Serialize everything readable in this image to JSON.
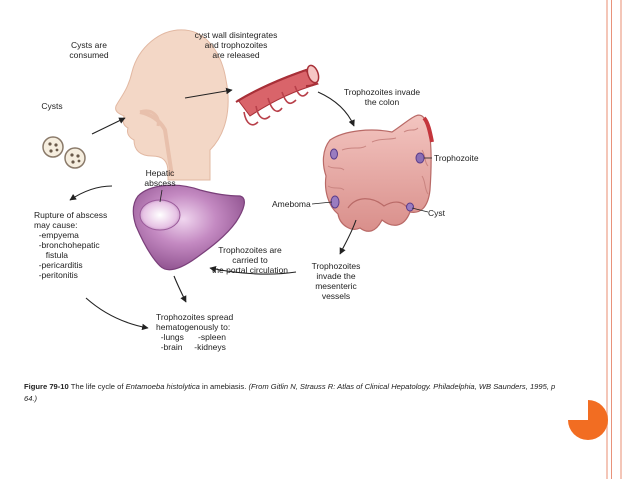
{
  "labels": {
    "cysts_consumed": "Cysts are\nconsumed",
    "cysts": "Cysts",
    "cyst_wall": "cyst wall disintegrates\nand trophozoites\nare released",
    "invade_colon": "Trophozoites invade\nthe colon",
    "trophozoite": "Trophozoite",
    "ameboma": "Ameboma",
    "cyst": "Cyst",
    "hepatic_abscess": "Hepatic\nabscess",
    "rupture": "Rupture of abscess\nmay cause:\n  -empyema\n  -bronchohepatic\n     fistula\n  -pericarditis\n  -peritonitis",
    "portal": "Trophozoites are\ncarried to\nthe portal circulation",
    "mesenteric": "Trophozoites\ninvade the\nmesenteric\nvessels",
    "spread": "Trophozoites spread\nhematogenously to:\n  -lungs      -spleen\n  -brain     -kidneys"
  },
  "caption": {
    "fig_label": "Figure 79-10",
    "text_before": " The life cycle of ",
    "species": "Entamoeba histolytica",
    "text_after": " in amebiasis.  ",
    "citation": "(From Gitlin N, Strauss R: Atlas of Clinical Hepatology. Philadelphia, WB Saunders, 1995, p 64.)"
  },
  "colors": {
    "stripe_outer": "#f4c6b8",
    "stripe_inner": "#e8927a",
    "skin": "#f3d7c6",
    "liver": "#b273b0",
    "colon": "#e7a3a0",
    "intestine_red": "#c4353c",
    "accent_orange": "#f26d22"
  }
}
